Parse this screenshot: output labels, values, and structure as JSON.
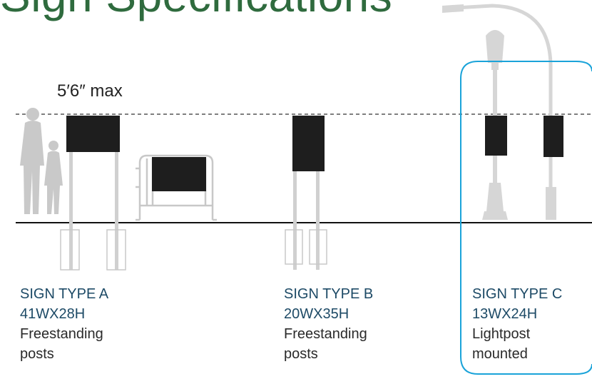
{
  "title": "Sign Specifications",
  "height_limit_label": "5′6″ max",
  "colors": {
    "title": "#2f6b3e",
    "sign_panel": "#1e1e1e",
    "post_gray": "#cccccc",
    "highlight": "#1aa3d9",
    "ground": "#111111"
  },
  "signs": [
    {
      "type": "SIGN TYPE A",
      "size": "41WX28H",
      "desc_line1": "Freestanding",
      "desc_line2": "posts"
    },
    {
      "type": "SIGN TYPE B",
      "size": "20WX35H",
      "desc_line1": "Freestanding",
      "desc_line2": "posts"
    },
    {
      "type": "SIGN TYPE C",
      "size": "13WX24H",
      "desc_line1": "Lightpost",
      "desc_line2": "mounted"
    }
  ]
}
